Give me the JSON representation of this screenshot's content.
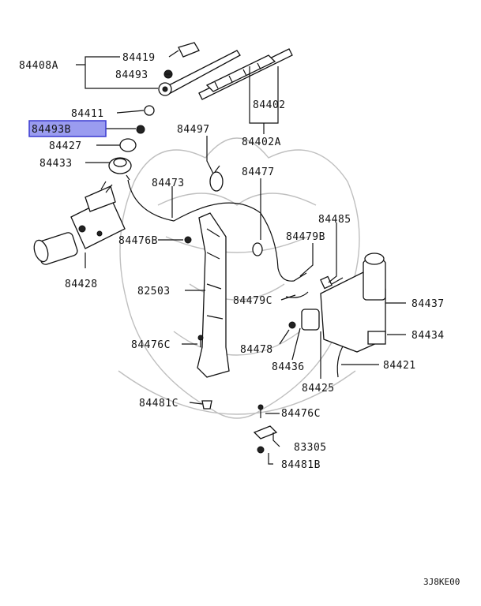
{
  "labels": {
    "p84408A": "84408A",
    "p84419": "84419",
    "p84493": "84493",
    "p84411": "84411",
    "p84493B": "84493B",
    "p84427": "84427",
    "p84433": "84433",
    "p84402": "84402",
    "p84402A": "84402A",
    "p84497": "84497",
    "p84473": "84473",
    "p84477": "84477",
    "p84485": "84485",
    "p84476B": "84476B",
    "p84479B": "84479B",
    "p84428": "84428",
    "p82503": "82503",
    "p84479C": "84479C",
    "p84437": "84437",
    "p84478": "84478",
    "p84434": "84434",
    "p84476C_a": "84476C",
    "p84436": "84436",
    "p84421": "84421",
    "p84425": "84425",
    "p84481C": "84481C",
    "p84476C_b": "84476C",
    "p83305": "83305",
    "p84481B": "84481B",
    "diagram_code": "3J8KE00"
  },
  "colors": {
    "highlight_fill": "#9a9cf0",
    "highlight_border": "#3a3ad0"
  }
}
